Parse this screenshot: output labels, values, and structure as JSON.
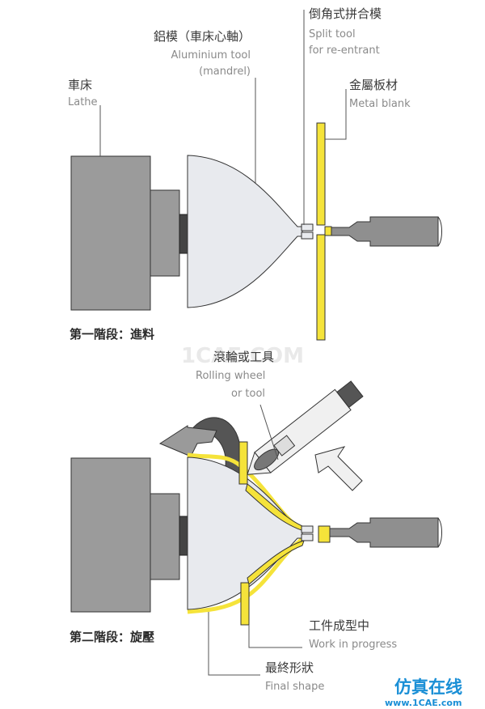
{
  "stage1": {
    "title": "第一階段：進料",
    "lathe": {
      "zh": "車床",
      "en": "Lathe"
    },
    "mandrel": {
      "zh": "鋁模（車床心軸）",
      "en1": "Aluminium tool",
      "en2": "(mandrel)"
    },
    "split_tool": {
      "zh": "倒角式拼合模",
      "en1": "Split tool",
      "en2": "for re-entrant"
    },
    "blank": {
      "zh": "金屬板材",
      "en": "Metal blank"
    }
  },
  "stage2": {
    "title": "第二階段：旋壓",
    "wheel": {
      "zh": "滾輪或工具",
      "en1": "Rolling wheel",
      "en2": "or tool"
    },
    "wip": {
      "zh": "工件成型中",
      "en": "Work in progress"
    },
    "final": {
      "zh": "最終形狀",
      "en": "Final shape"
    }
  },
  "watermark": "1CAE.COM",
  "logo": "仿真在线",
  "logo_url": "www.1CAE.com",
  "colors": {
    "gray_block": "#9b9b9b",
    "mandrel_fill": "#e8eaee",
    "blank_yellow": "#f5e33a",
    "shaft": "#8f8f8f",
    "arrow_gray": "#9a9a9a",
    "logo_blue": "#1a8fd6"
  }
}
